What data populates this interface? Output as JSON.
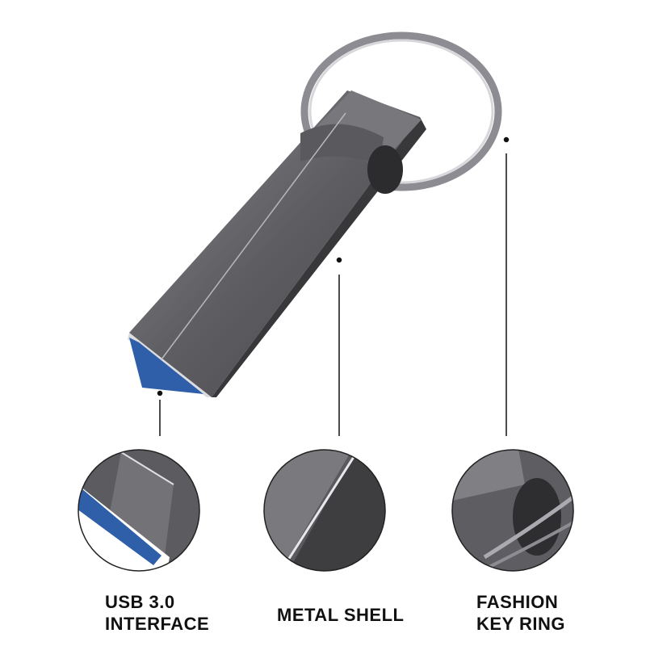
{
  "features": [
    {
      "line1": "USB 3.0",
      "line2": "INTERFACE"
    },
    {
      "line1": "METAL SHELL"
    },
    {
      "line1": "FASHION",
      "line2": "KEY RING"
    }
  ],
  "colors": {
    "metal": "#6b6b6e",
    "metal_dark": "#3e3e41",
    "usb_blue": "#2f5fa8",
    "ring": "#9a9aa0"
  }
}
